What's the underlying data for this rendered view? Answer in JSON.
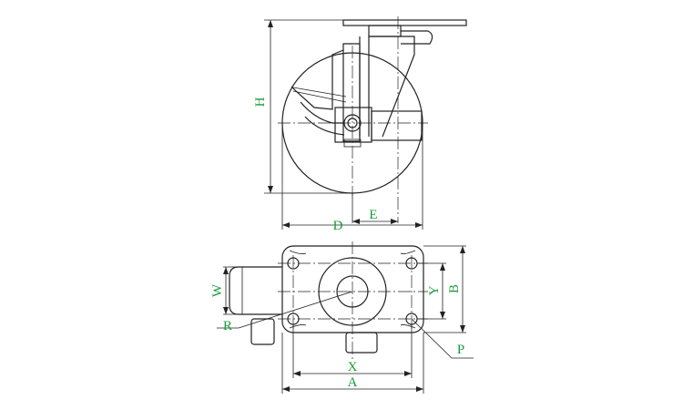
{
  "labels": {
    "H": "H",
    "D": "D",
    "E": "E",
    "W": "W",
    "R": "R",
    "X": "X",
    "A": "A",
    "Y": "Y",
    "B": "B",
    "P": "P"
  },
  "colors": {
    "label": "#1a9c3a",
    "line": "#222222"
  }
}
